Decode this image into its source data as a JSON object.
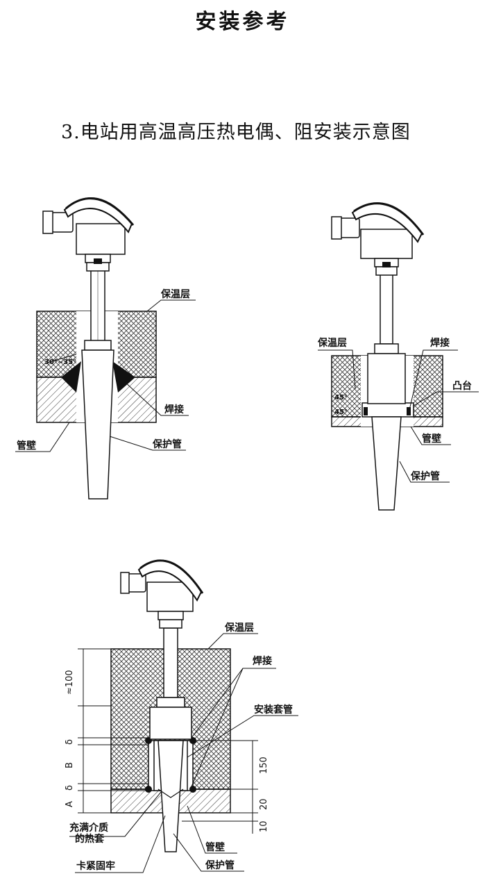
{
  "page_title": "安装参考",
  "section_title": "3.电站用高温高压热电偶、阻安装示意图",
  "diagram1": {
    "insulation_label": "保温层",
    "weld_label": "焊接",
    "pipe_wall_label": "管壁",
    "protection_tube_label": "保护管",
    "angle_label": "30°~35°"
  },
  "diagram2": {
    "insulation_label": "保温层",
    "weld_label": "焊接",
    "boss_label": "凸台",
    "pipe_wall_label": "管壁",
    "protection_tube_label": "保护管",
    "angle_upper": "45°",
    "angle_lower": "45°"
  },
  "diagram3": {
    "insulation_label": "保温层",
    "weld_label": "焊接",
    "sleeve_label": "安装套管",
    "filler_label_line1": "充满介质",
    "filler_label_line2": "的热套",
    "clamp_label": "卡紧固牢",
    "pipe_wall_label": "管壁",
    "protection_tube_label": "保护管",
    "dim_100": "≈100",
    "dim_delta_top": "δ",
    "dim_B": "B",
    "dim_delta_bottom": "δ",
    "dim_A": "A",
    "dim_150": "150",
    "dim_20": "20",
    "dim_10": "10"
  }
}
